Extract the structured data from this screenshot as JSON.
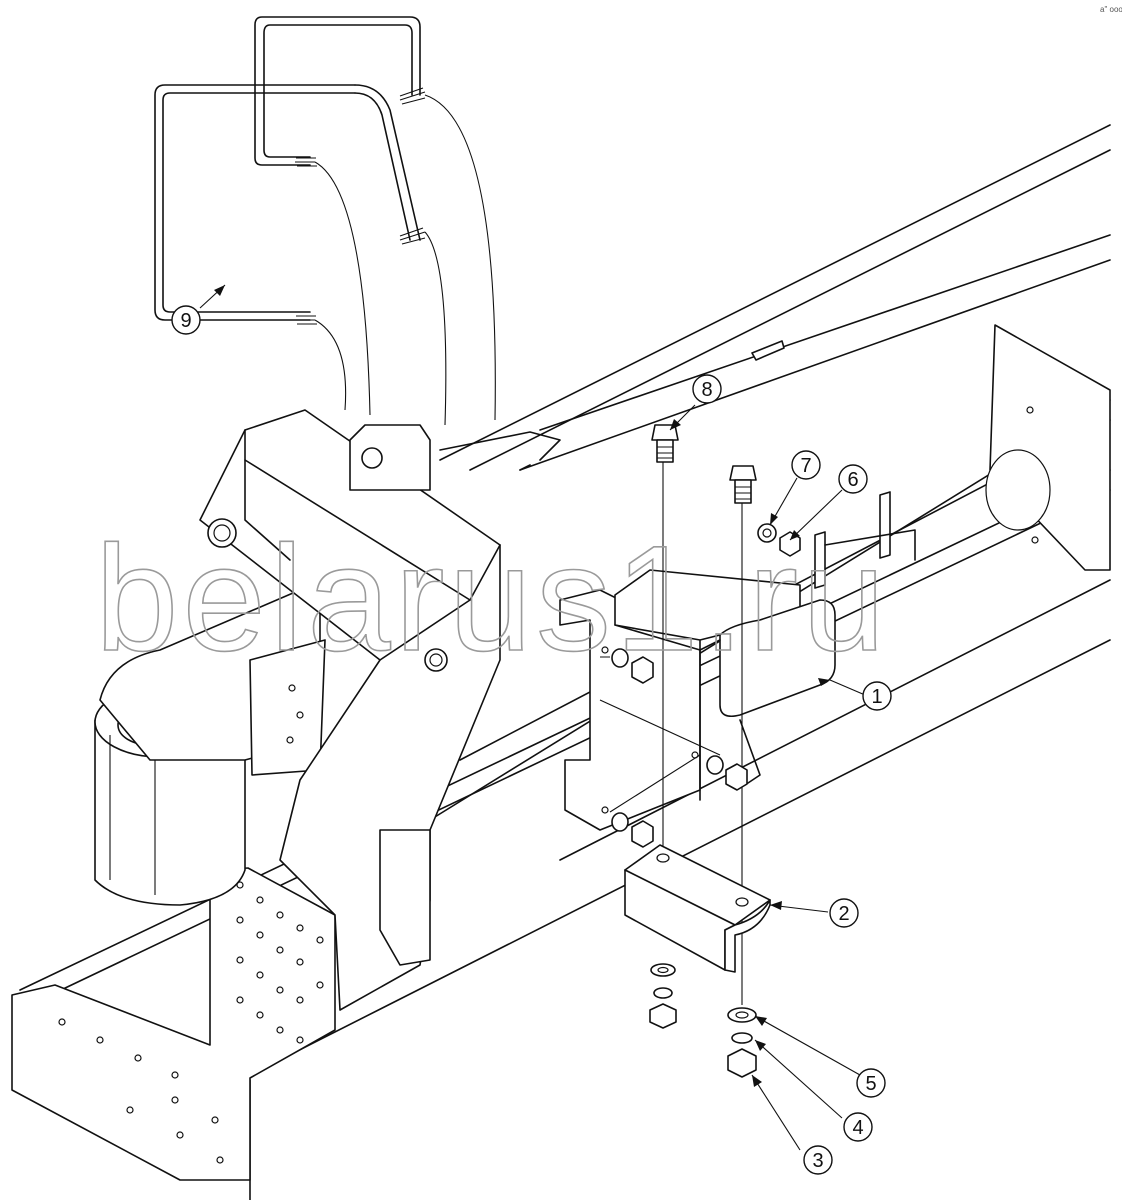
{
  "watermark": "belarus1.ru",
  "corner_mark": "a\" ooo",
  "callouts": [
    {
      "id": "1",
      "label": "1"
    },
    {
      "id": "2",
      "label": "2"
    },
    {
      "id": "3",
      "label": "3"
    },
    {
      "id": "4",
      "label": "4"
    },
    {
      "id": "5",
      "label": "5"
    },
    {
      "id": "6",
      "label": "6"
    },
    {
      "id": "7",
      "label": "7"
    },
    {
      "id": "8",
      "label": "8"
    },
    {
      "id": "9",
      "label": "9"
    }
  ],
  "icons": {
    "u-bolt": "u-bolt-icon",
    "bolt": "bolt-icon",
    "nut": "nut-icon",
    "washer": "washer-icon",
    "bracket": "bracket-icon"
  }
}
